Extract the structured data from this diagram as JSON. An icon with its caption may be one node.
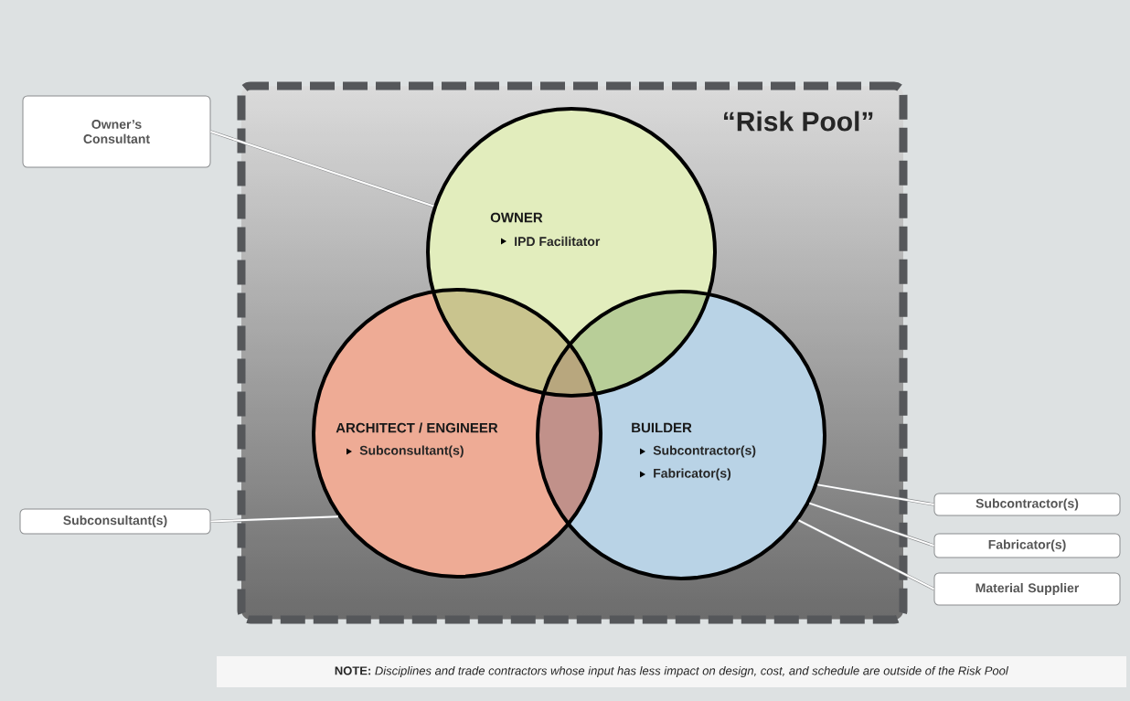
{
  "diagram": {
    "nodes": [
      {
        "text": [
          "“Risk Pool”"
        ]
      },
      {
        "text": [
          "OWNER",
          "IPD Facilitator"
        ],
        "in": 0
      },
      {
        "text": [
          "ARCHITECT / ENGINEER",
          "Subconsultant(s)"
        ],
        "in": 0
      },
      {
        "text": [
          "BUILDER",
          "Subcontractor(s)",
          "Fabricator(s)"
        ],
        "in": 0
      },
      {
        "text": [
          "Owner’s Consultant"
        ]
      },
      {
        "text": [
          "Subconsultant(s)"
        ]
      },
      {
        "text": [
          "Subcontractor(s)"
        ]
      },
      {
        "text": [
          "Fabricator(s)"
        ]
      },
      {
        "text": [
          "Material Supplier"
        ]
      },
      {
        "text": [
          "**NOTE:** *Disciplines and trade contractors whose input has less impact on design, cost, and schedule are outside of the Risk Pool*"
        ]
      }
    ],
    "edges": [
      {
        "from": 4,
        "to": 1,
        "arrow": "none"
      },
      {
        "from": 5,
        "to": 2,
        "arrow": "none"
      },
      {
        "from": 6,
        "to": 3,
        "arrow": "none"
      },
      {
        "from": 7,
        "to": 3,
        "arrow": "none"
      },
      {
        "from": 8,
        "to": 3,
        "arrow": "none"
      }
    ]
  }
}
